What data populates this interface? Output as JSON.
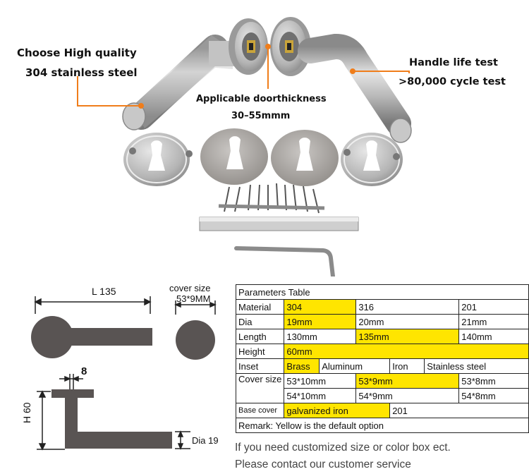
{
  "annotations": {
    "quality_line1": "Choose High quality",
    "quality_line2": "304 stainless steel",
    "door_line1": "Applicable doorthickness",
    "door_line2": "30–55mmm",
    "life_line1": "Handle life test",
    "life_line2": ">80,000 cycle test"
  },
  "drawing": {
    "length_label": "L 135",
    "cover_label_line1": "cover size",
    "cover_label_line2": "53*9MM",
    "width_label": "8",
    "height_label": "H 60",
    "dia_label": "Dia 19"
  },
  "table": {
    "title": "Parameters Table",
    "material": {
      "label": "Material",
      "v1": "304",
      "v2": "316",
      "v3": "201"
    },
    "dia": {
      "label": "Dia",
      "v1": "19mm",
      "v2": "20mm",
      "v3": "21mm"
    },
    "length": {
      "label": "Length",
      "v1": "130mm",
      "v2": "135mm",
      "v3": "140mm"
    },
    "height": {
      "label": "Height",
      "v1": "60mm"
    },
    "inset": {
      "label": "Inset",
      "v1": "Brass",
      "v2": "Aluminum",
      "v3": "Iron",
      "v4": "Stainless steel"
    },
    "cover": {
      "label": "Cover size",
      "r1": [
        "53*10mm",
        "53*9mm",
        "53*8mm"
      ],
      "r2": [
        "54*10mm",
        "54*9mm",
        "54*8mm"
      ]
    },
    "base": {
      "label": "Base cover",
      "v1": "galvanized iron",
      "v2": "201"
    },
    "remark": "Remark: Yellow is the default option"
  },
  "notes": {
    "line1": "If you need customized size or color box ect.",
    "line2": "Please contact our customer service"
  },
  "colors": {
    "highlight": "#ffe500",
    "leader": "#f07d1a",
    "steel": "#a9a9a9",
    "drawing_fill": "#595453"
  }
}
